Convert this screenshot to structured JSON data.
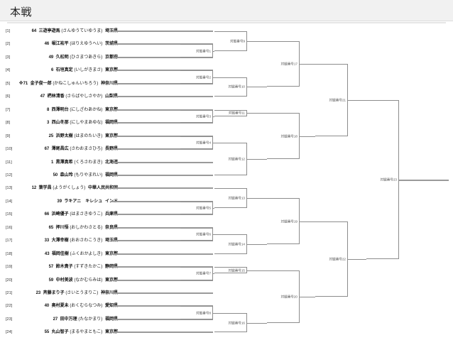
{
  "page": {
    "title": "本戦",
    "background_color": "#ffffff",
    "header_color": "#f1f1f1",
    "line_color": "#8c8c8c",
    "stub_color": "#9a9a9a"
  },
  "bracket": {
    "label_prefix": "対戦番号",
    "entries": [
      {
        "index": "[1]",
        "seed": "64",
        "name": "三遊亭遊馬",
        "kana": "(さんゆうていゆうま)",
        "pref": "埼玉県"
      },
      {
        "index": "[2]",
        "seed": "46",
        "name": "堀江祐平",
        "kana": "(ほりえゆうへい)",
        "pref": "茨城県"
      },
      {
        "index": "[3]",
        "seed": "49",
        "name": "久松明",
        "kana": "(ひさまつあきら)",
        "pref": "京都府"
      },
      {
        "index": "[4]",
        "seed": "6",
        "name": "石垣真定",
        "kana": "(いしがきまさ)",
        "pref": "東京都"
      },
      {
        "index": "[5]",
        "seed": "71",
        "name": "金子俊一郎",
        "kana": "(かねこしゅんいちろう)",
        "pref": "神奈川県",
        "prefix": "※"
      },
      {
        "index": "[6]",
        "seed": "47",
        "name": "椚林清香",
        "kana": "(さらばやしさやか)",
        "pref": "山梨県"
      },
      {
        "index": "[7]",
        "seed": "8",
        "name": "西澤明台",
        "kana": "(にしざわあかね)",
        "pref": "東京都"
      },
      {
        "index": "[8]",
        "seed": "3",
        "name": "西山冬那",
        "kana": "(にしやまあゆな)",
        "pref": "福岡県"
      },
      {
        "index": "[9]",
        "seed": "25",
        "name": "浜野太樹",
        "kana": "(はまのたいき)",
        "pref": "東京都"
      },
      {
        "index": "[10]",
        "seed": "67",
        "name": "澤尾昌広",
        "kana": "(さわおまさひろ)",
        "pref": "長野県"
      },
      {
        "index": "[11]",
        "seed": "1",
        "name": "黒澤真希",
        "kana": "(くろさわまき)",
        "pref": "北海道"
      },
      {
        "index": "[12]",
        "seed": "50",
        "name": "森山玲",
        "kana": "(もりやまれい)",
        "pref": "福岡県"
      },
      {
        "index": "[13]",
        "seed": "12",
        "name": "葉学昌",
        "kana": "(ようがくしょう)",
        "pref": "中華人民共和国"
      },
      {
        "index": "[14]",
        "seed": "39",
        "name": "ラキアニ　キレシュ",
        "kana": "",
        "pref": "インド"
      },
      {
        "index": "[15]",
        "seed": "66",
        "name": "浜崎優子",
        "kana": "(はまさきゆうこ)",
        "pref": "兵庫県"
      },
      {
        "index": "[16]",
        "seed": "65",
        "name": "押川悟",
        "kana": "(おしかわさとる)",
        "pref": "奈良県"
      },
      {
        "index": "[17]",
        "seed": "33",
        "name": "大澤幸樹",
        "kana": "(おおさわこうき)",
        "pref": "埼玉県"
      },
      {
        "index": "[18]",
        "seed": "43",
        "name": "福岡佳樹",
        "kana": "(ふくおかよしき)",
        "pref": "東京都"
      },
      {
        "index": "[19]",
        "seed": "57",
        "name": "鈴木貴子",
        "kana": "(すずきたかこ)",
        "pref": "静岡県"
      },
      {
        "index": "[20]",
        "seed": "59",
        "name": "中村美波",
        "kana": "(なかむらみは)",
        "pref": "東京都"
      },
      {
        "index": "[21]",
        "seed": "23",
        "name": "斉藤まり子",
        "kana": "(さいとうまりこ)",
        "pref": "神奈川県"
      },
      {
        "index": "[22]",
        "seed": "40",
        "name": "奥村夏未",
        "kana": "(おくむらなつみ)",
        "pref": "愛知県"
      },
      {
        "index": "[23]",
        "seed": "27",
        "name": "田中万理",
        "kana": "(たなかまり)",
        "pref": "福岡県"
      },
      {
        "index": "[24]",
        "seed": "55",
        "name": "丸山智子",
        "kana": "(まるやまともこ)",
        "pref": "東京都"
      }
    ],
    "matches": [
      {
        "id": 1,
        "label": "対戦番号1"
      },
      {
        "id": 2,
        "label": "対戦番号2"
      },
      {
        "id": 3,
        "label": "対戦番号3"
      },
      {
        "id": 4,
        "label": "対戦番号4"
      },
      {
        "id": 5,
        "label": "対戦番号5"
      },
      {
        "id": 6,
        "label": "対戦番号6"
      },
      {
        "id": 7,
        "label": "対戦番号7"
      },
      {
        "id": 8,
        "label": "対戦番号8"
      },
      {
        "id": 9,
        "label": "対戦番号9"
      },
      {
        "id": 10,
        "label": "対戦番号10"
      },
      {
        "id": 11,
        "label": "対戦番号11"
      },
      {
        "id": 12,
        "label": "対戦番号12"
      },
      {
        "id": 13,
        "label": "対戦番号13"
      },
      {
        "id": 14,
        "label": "対戦番号14"
      },
      {
        "id": 15,
        "label": "対戦番号15"
      },
      {
        "id": 16,
        "label": "対戦番号16"
      },
      {
        "id": 17,
        "label": "対戦番号17"
      },
      {
        "id": 18,
        "label": "対戦番号18"
      },
      {
        "id": 19,
        "label": "対戦番号19"
      },
      {
        "id": 20,
        "label": "対戦番号20"
      },
      {
        "id": 21,
        "label": "対戦番号21"
      },
      {
        "id": 22,
        "label": "対戦番号22"
      },
      {
        "id": 23,
        "label": "対戦番号23"
      }
    ]
  }
}
